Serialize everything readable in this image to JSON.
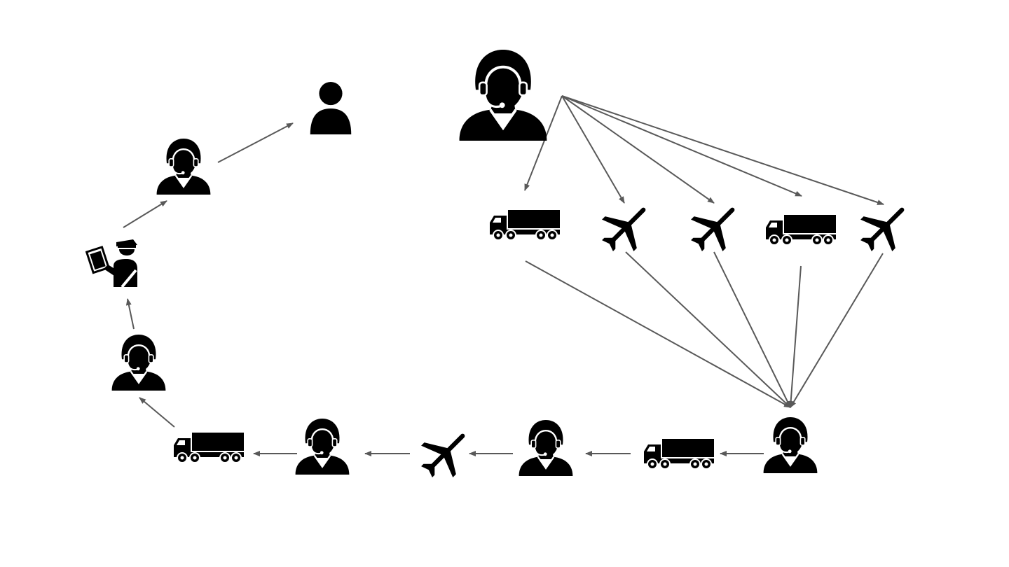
{
  "diagram": {
    "background": "#ffffff",
    "icon_color": "#000000",
    "arrow_color": "#595959",
    "nodes": [
      {
        "id": "dispatcher-top",
        "icon": "operator-headset-icon"
      },
      {
        "id": "truck-r1",
        "icon": "truck-icon"
      },
      {
        "id": "plane-r2",
        "icon": "airplane-icon"
      },
      {
        "id": "plane-r3",
        "icon": "airplane-icon"
      },
      {
        "id": "truck-r4",
        "icon": "truck-icon"
      },
      {
        "id": "plane-r5",
        "icon": "airplane-icon"
      },
      {
        "id": "hub-operator",
        "icon": "operator-headset-icon"
      },
      {
        "id": "truck-b1",
        "icon": "truck-icon"
      },
      {
        "id": "operator-b2",
        "icon": "operator-headset-icon"
      },
      {
        "id": "plane-b3",
        "icon": "airplane-icon"
      },
      {
        "id": "operator-b4",
        "icon": "operator-headset-icon"
      },
      {
        "id": "truck-b5",
        "icon": "truck-icon"
      },
      {
        "id": "operator-l1",
        "icon": "operator-headset-icon"
      },
      {
        "id": "customs-officer",
        "icon": "customs-officer-icon"
      },
      {
        "id": "operator-l3",
        "icon": "operator-headset-icon"
      },
      {
        "id": "customer",
        "icon": "person-icon"
      }
    ],
    "edges": [
      {
        "from": "dispatcher-top",
        "to": "truck-r1"
      },
      {
        "from": "dispatcher-top",
        "to": "plane-r2"
      },
      {
        "from": "dispatcher-top",
        "to": "plane-r3"
      },
      {
        "from": "dispatcher-top",
        "to": "truck-r4"
      },
      {
        "from": "dispatcher-top",
        "to": "plane-r5"
      },
      {
        "from": "truck-r1",
        "to": "hub-operator"
      },
      {
        "from": "plane-r2",
        "to": "hub-operator"
      },
      {
        "from": "plane-r3",
        "to": "hub-operator"
      },
      {
        "from": "truck-r4",
        "to": "hub-operator"
      },
      {
        "from": "plane-r5",
        "to": "hub-operator"
      },
      {
        "from": "hub-operator",
        "to": "truck-b1"
      },
      {
        "from": "truck-b1",
        "to": "operator-b2"
      },
      {
        "from": "operator-b2",
        "to": "plane-b3"
      },
      {
        "from": "plane-b3",
        "to": "operator-b4"
      },
      {
        "from": "operator-b4",
        "to": "truck-b5"
      },
      {
        "from": "truck-b5",
        "to": "operator-l1"
      },
      {
        "from": "operator-l1",
        "to": "customs-officer"
      },
      {
        "from": "customs-officer",
        "to": "operator-l3"
      },
      {
        "from": "operator-l3",
        "to": "customer"
      }
    ]
  }
}
